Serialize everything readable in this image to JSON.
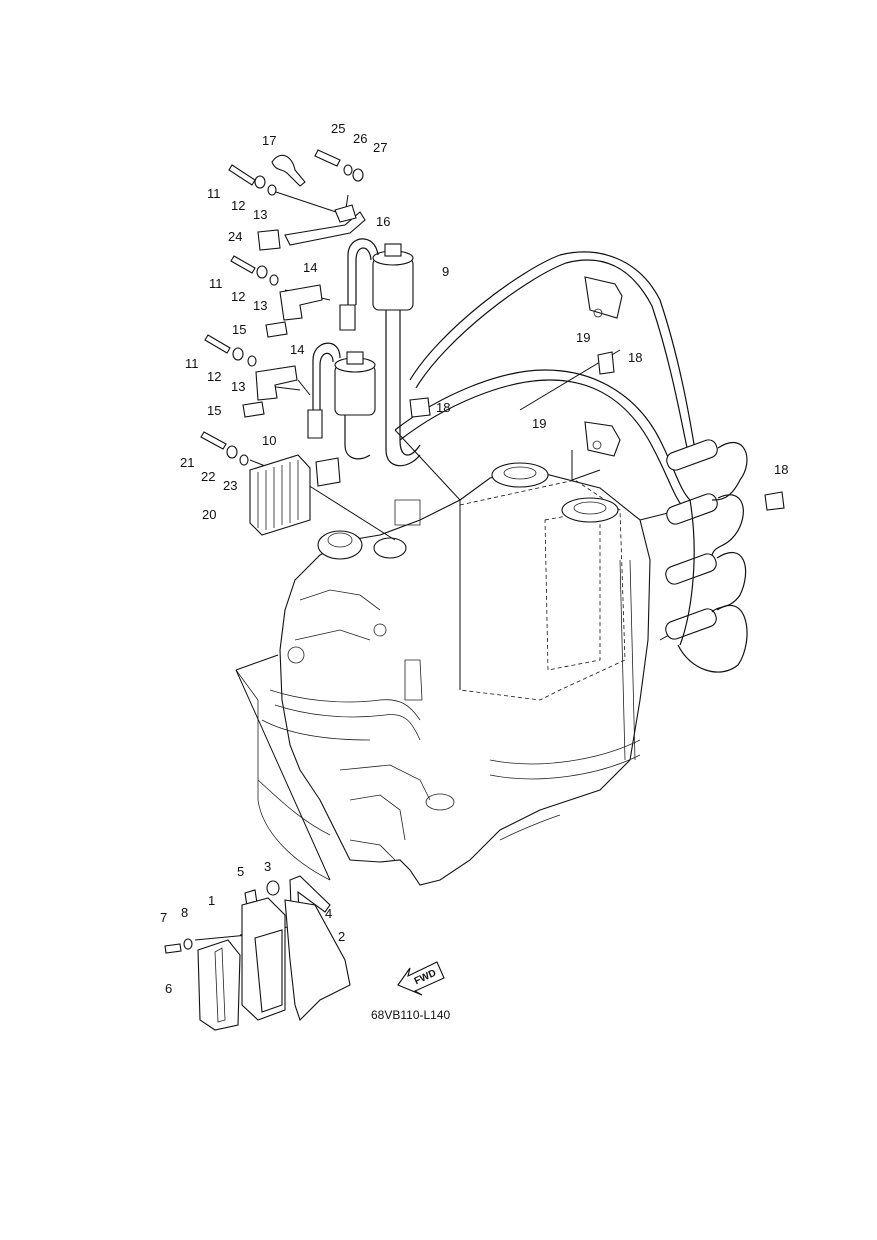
{
  "diagram_code": "68VB110-L140",
  "fwd_label": "FWD",
  "callouts": {
    "c1": "1",
    "c2": "2",
    "c3": "3",
    "c4": "4",
    "c5": "5",
    "c6": "6",
    "c7": "7",
    "c8": "8",
    "c9": "9",
    "c10": "10",
    "c11a": "11",
    "c11b": "11",
    "c11c": "11",
    "c12a": "12",
    "c12b": "12",
    "c12c": "12",
    "c13a": "13",
    "c13b": "13",
    "c13c": "13",
    "c14a": "14",
    "c14b": "14",
    "c15a": "15",
    "c15b": "15",
    "c16": "16",
    "c17": "17",
    "c18a": "18",
    "c18b": "18",
    "c18c": "18",
    "c19a": "19",
    "c19b": "19",
    "c20": "20",
    "c21": "21",
    "c22": "22",
    "c23": "23",
    "c24": "24",
    "c25": "25",
    "c26": "26",
    "c27": "27"
  }
}
